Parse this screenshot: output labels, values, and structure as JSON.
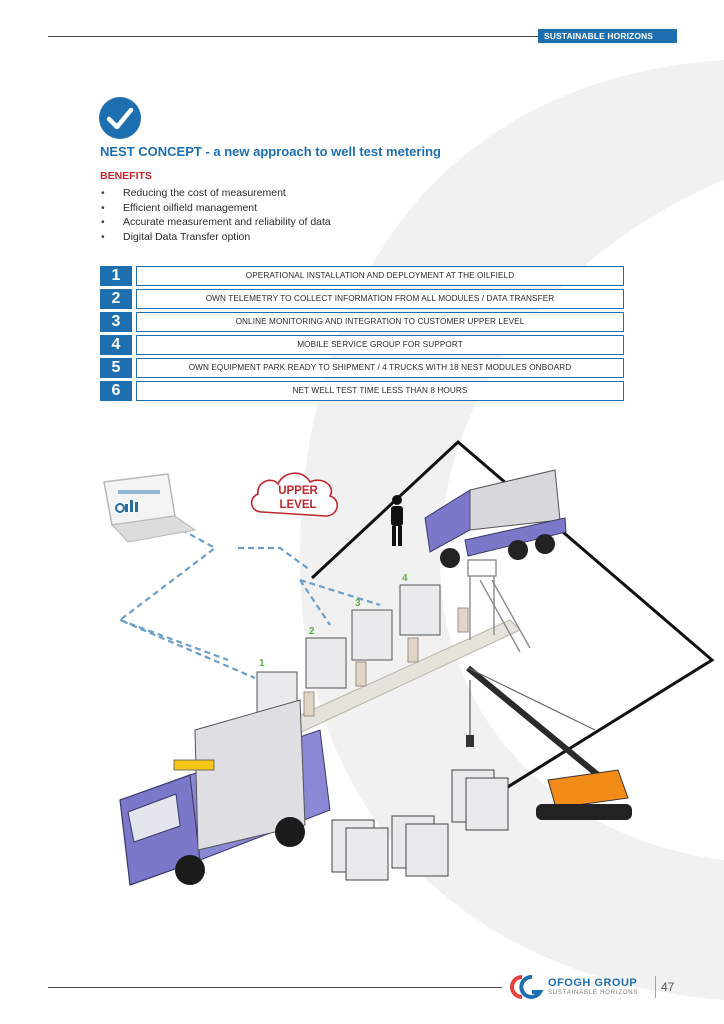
{
  "header": {
    "tag": "SUSTAINABLE HORIZONS"
  },
  "title": "NEST CONCEPT - a new approach to well test metering",
  "benefits": {
    "heading": "BENEFITS",
    "items": [
      "Reducing the cost of measurement",
      "Efficient oilfield management",
      "Accurate measurement and reliability of data",
      "Digital Data Transfer option"
    ]
  },
  "steps": [
    {
      "num": "1",
      "text": "OPERATIONAL INSTALLATION AND DEPLOYMENT AT THE OILFIELD"
    },
    {
      "num": "2",
      "text": "OWN TELEMETRY TO COLLECT INFORMATION FROM ALL MODULES / DATA TRANSFER"
    },
    {
      "num": "3",
      "text": "ONLINE MONITORING AND INTEGRATION TO CUSTOMER UPPER LEVEL"
    },
    {
      "num": "4",
      "text": "MOBILE SERVICE GROUP FOR SUPPORT"
    },
    {
      "num": "5",
      "text": "OWN EQUIPMENT PARK READY TO SHIPMENT / 4 TRUCKS WITH 18 NEST MODULES ONBOARD"
    },
    {
      "num": "6",
      "text": "NET WELL TEST TIME LESS THAN 8 HOURS"
    }
  ],
  "diagram": {
    "cloud_label_line1": "UPPER",
    "cloud_label_line2": "LEVEL",
    "module_numbers": [
      "1",
      "2",
      "3",
      "4"
    ]
  },
  "footer": {
    "logo_main": "OFOGH GROUP",
    "logo_sub": "SUSTAINABLE HORIZONS",
    "page_number": "47"
  },
  "colors": {
    "brand_blue": "#1e6fb0",
    "accent_red": "#c0272d",
    "arc_gray": "#f0f0f0",
    "truck_purple": "#7b78c9"
  }
}
